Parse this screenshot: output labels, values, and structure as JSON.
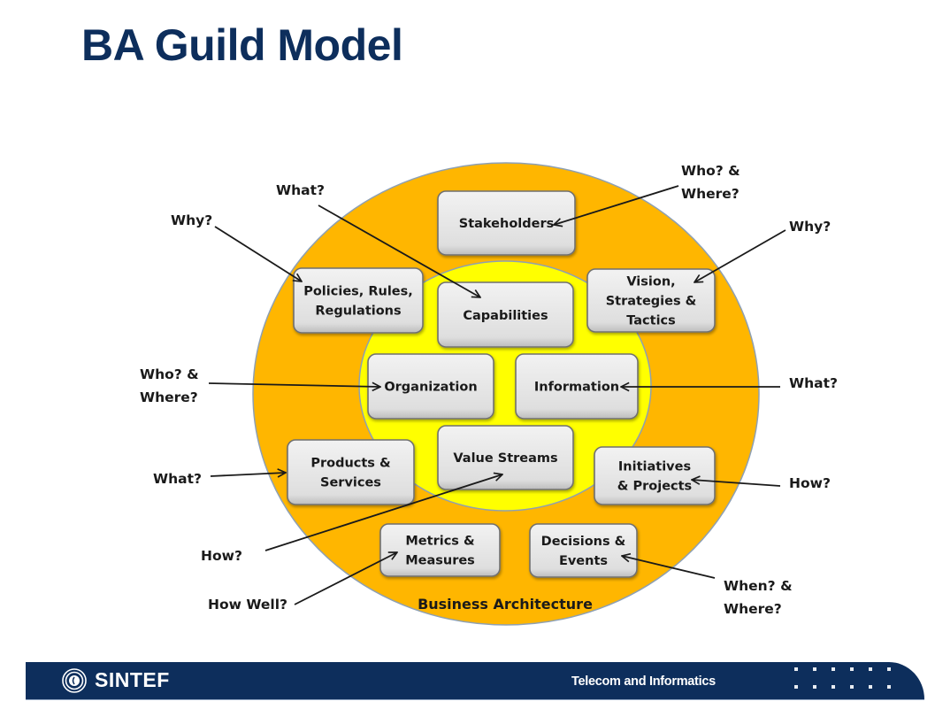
{
  "page": {
    "title": "BA Guild Model"
  },
  "diagram": {
    "colors": {
      "outer_ring": "#ffb600",
      "inner_core": "#ffff00",
      "box_fill": "#e2e2e2",
      "box_border": "#707070",
      "arrow": "#1a1a1a",
      "ring_outline": "#8ea0b3"
    },
    "outer_label": "Business Architecture",
    "boxes": [
      {
        "id": "stakeholders",
        "lines": [
          "Stakeholders"
        ]
      },
      {
        "id": "policies",
        "lines": [
          "Policies, Rules,",
          "Regulations"
        ]
      },
      {
        "id": "capabilities",
        "lines": [
          "Capabilities"
        ]
      },
      {
        "id": "vision",
        "lines": [
          "Vision,",
          "Strategies &",
          "Tactics"
        ]
      },
      {
        "id": "organization",
        "lines": [
          "Organization"
        ]
      },
      {
        "id": "information",
        "lines": [
          "Information"
        ]
      },
      {
        "id": "products",
        "lines": [
          "Products &",
          "Services"
        ]
      },
      {
        "id": "value-streams",
        "lines": [
          "Value Streams"
        ]
      },
      {
        "id": "initiatives",
        "lines": [
          "Initiatives",
          "& Projects"
        ]
      },
      {
        "id": "metrics",
        "lines": [
          "Metrics &",
          "Measures"
        ]
      },
      {
        "id": "decisions",
        "lines": [
          "Decisions &",
          "Events"
        ]
      }
    ],
    "questions": [
      {
        "id": "q-policies",
        "target": "policies",
        "lines": [
          "Why?"
        ]
      },
      {
        "id": "q-capabilities",
        "target": "capabilities",
        "lines": [
          "What?"
        ]
      },
      {
        "id": "q-stakeholders",
        "target": "stakeholders",
        "lines": [
          "Who? &",
          "Where?"
        ]
      },
      {
        "id": "q-vision",
        "target": "vision",
        "lines": [
          "Why?"
        ]
      },
      {
        "id": "q-organization",
        "target": "organization",
        "lines": [
          "Who? &",
          "Where?"
        ]
      },
      {
        "id": "q-information",
        "target": "information",
        "lines": [
          "What?"
        ]
      },
      {
        "id": "q-products",
        "target": "products",
        "lines": [
          "What?"
        ]
      },
      {
        "id": "q-initiatives",
        "target": "initiatives",
        "lines": [
          "How?"
        ]
      },
      {
        "id": "q-value-streams",
        "target": "value-streams",
        "lines": [
          "How?"
        ]
      },
      {
        "id": "q-metrics",
        "target": "metrics",
        "lines": [
          "How Well?"
        ]
      },
      {
        "id": "q-decisions",
        "target": "decisions",
        "lines": [
          "When? &",
          "Where?"
        ]
      }
    ]
  },
  "footer": {
    "brand": "SINTEF",
    "department": "Telecom and Informatics",
    "logo_icon": "sintef-spiral-logo",
    "background": "#0d2e5c"
  }
}
